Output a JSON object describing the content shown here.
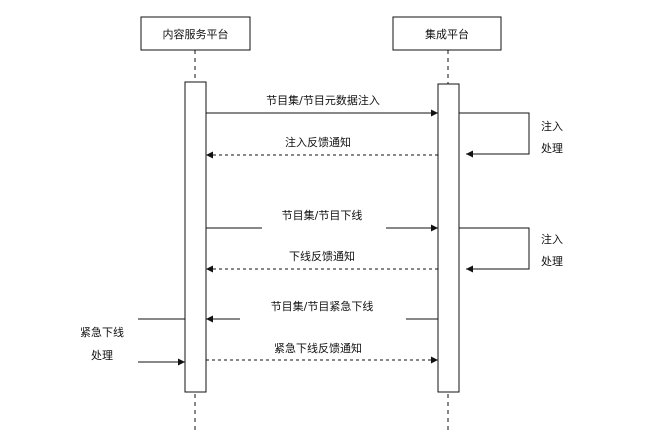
{
  "participants": {
    "left": "内容服务平台",
    "right": "集成平台"
  },
  "messages": [
    {
      "label": "节目集/节目元数据注入",
      "direction": "right",
      "style": "solid"
    },
    {
      "label": "注入反馈通知",
      "direction": "left",
      "style": "dashed"
    },
    {
      "label": "节目集/节目下线",
      "direction": "right",
      "style": "solid"
    },
    {
      "label": "下线反馈通知",
      "direction": "left",
      "style": "dashed"
    },
    {
      "label": "节目集/节目紧急下线",
      "direction": "left",
      "style": "solid"
    },
    {
      "label": "紧急下线反馈通知",
      "direction": "right",
      "style": "dashed"
    }
  ],
  "self_actions": {
    "inject": [
      "注入",
      "处理"
    ],
    "offline": [
      "注入",
      "处理"
    ]
  },
  "external_action": [
    "紧急下线",
    "处理"
  ]
}
